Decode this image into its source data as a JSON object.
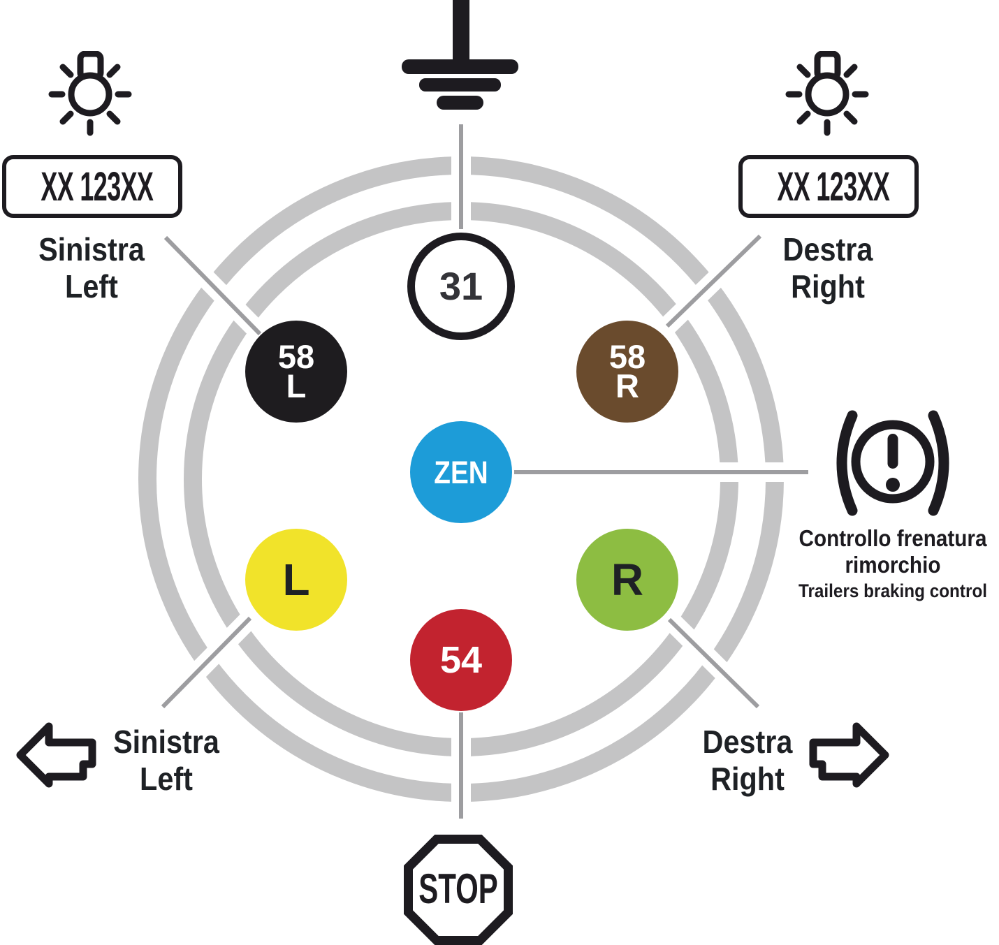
{
  "colors": {
    "dark": "#1d1b20",
    "arc_gray": "#c4c4c5",
    "line_gray": "#9d9da0",
    "zen_blue": "#1d9cd8",
    "plate_blue": "#1d87c9",
    "pin_black": "#1e1c1f",
    "pin_brown": "#6a4b2d",
    "pin_yellow": "#f1e32a",
    "pin_green": "#8dbd42",
    "pin_red": "#c2232f",
    "pin_white": "#ffffff"
  },
  "pins": {
    "p31": {
      "label": "31"
    },
    "p58l": {
      "line1": "58",
      "line2": "L"
    },
    "p58r": {
      "line1": "58",
      "line2": "R"
    },
    "zen": {
      "label": "ZEN"
    },
    "l": {
      "label": "L"
    },
    "r": {
      "label": "R"
    },
    "p54": {
      "label": "54"
    }
  },
  "plates": {
    "left": "XX 123XX",
    "right": "XX 123XX"
  },
  "labels": {
    "top_left": {
      "line1": "Sinistra",
      "line2": "Left"
    },
    "top_right": {
      "line1": "Destra",
      "line2": "Right"
    },
    "bottom_left": {
      "line1": "Sinistra",
      "line2": "Left"
    },
    "bottom_right": {
      "line1": "Destra",
      "line2": "Right"
    },
    "brake": {
      "line1": "Controllo frenatura",
      "line2": "rimorchio",
      "line3": "Trailers braking control"
    }
  },
  "stop": {
    "label": "STOP"
  },
  "icons": {
    "ground": "earth-ground-symbol",
    "bulb": "license-plate-light-bulb",
    "brake": "trailer-brake-warning",
    "arrow_left": "turn-left-arrow",
    "arrow_right": "turn-right-arrow"
  }
}
